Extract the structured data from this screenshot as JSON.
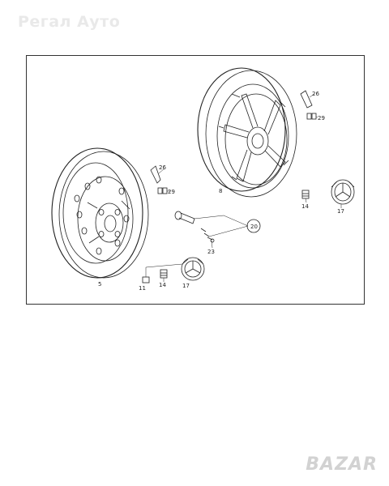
{
  "watermark": "Регал Ауто",
  "logo": "BAZAR",
  "labels": {
    "l5": "5",
    "l8": "8",
    "l11": "11",
    "l14a": "14",
    "l14b": "14",
    "l17a": "17",
    "l17b": "17",
    "l20": "20",
    "l23": "23",
    "l26a": "26",
    "l26b": "26",
    "l29a": "29",
    "l29b": "29"
  },
  "colors": {
    "line": "#222222",
    "frame": "#333333"
  }
}
